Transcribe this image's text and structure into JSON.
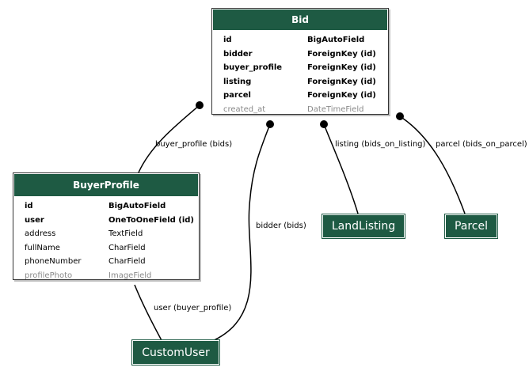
{
  "models": {
    "bid": {
      "title": "Bid",
      "fields": [
        {
          "name": "id",
          "type": "BigAutoField",
          "style": "bold"
        },
        {
          "name": "bidder",
          "type": "ForeignKey (id)",
          "style": "bold"
        },
        {
          "name": "buyer_profile",
          "type": "ForeignKey (id)",
          "style": "bold"
        },
        {
          "name": "listing",
          "type": "ForeignKey (id)",
          "style": "bold"
        },
        {
          "name": "parcel",
          "type": "ForeignKey (id)",
          "style": "bold"
        },
        {
          "name": "created_at",
          "type": "DateTimeField",
          "style": "muted"
        }
      ]
    },
    "buyer_profile": {
      "title": "BuyerProfile",
      "fields": [
        {
          "name": "id",
          "type": "BigAutoField",
          "style": "bold"
        },
        {
          "name": "user",
          "type": "OneToOneField (id)",
          "style": "bold"
        },
        {
          "name": "address",
          "type": "TextField",
          "style": "plain"
        },
        {
          "name": "fullName",
          "type": "CharField",
          "style": "plain"
        },
        {
          "name": "phoneNumber",
          "type": "CharField",
          "style": "plain"
        },
        {
          "name": "profilePhoto",
          "type": "ImageField",
          "style": "muted"
        }
      ]
    }
  },
  "external_models": {
    "land_listing": "LandListing",
    "parcel": "Parcel",
    "custom_user": "CustomUser"
  },
  "relations": {
    "buyer_profile_bids": "buyer_profile (bids)",
    "bidder_bids": "bidder (bids)",
    "listing_bids": "listing (bids_on_listing)",
    "parcel_bids": "parcel (bids_on_parcel)",
    "user_buyer_profile": "user (buyer_profile)"
  },
  "colors": {
    "header": "#1e5a43",
    "header_text": "#ffffff",
    "edge": "#000000",
    "muted_text": "#8a8a8a"
  }
}
